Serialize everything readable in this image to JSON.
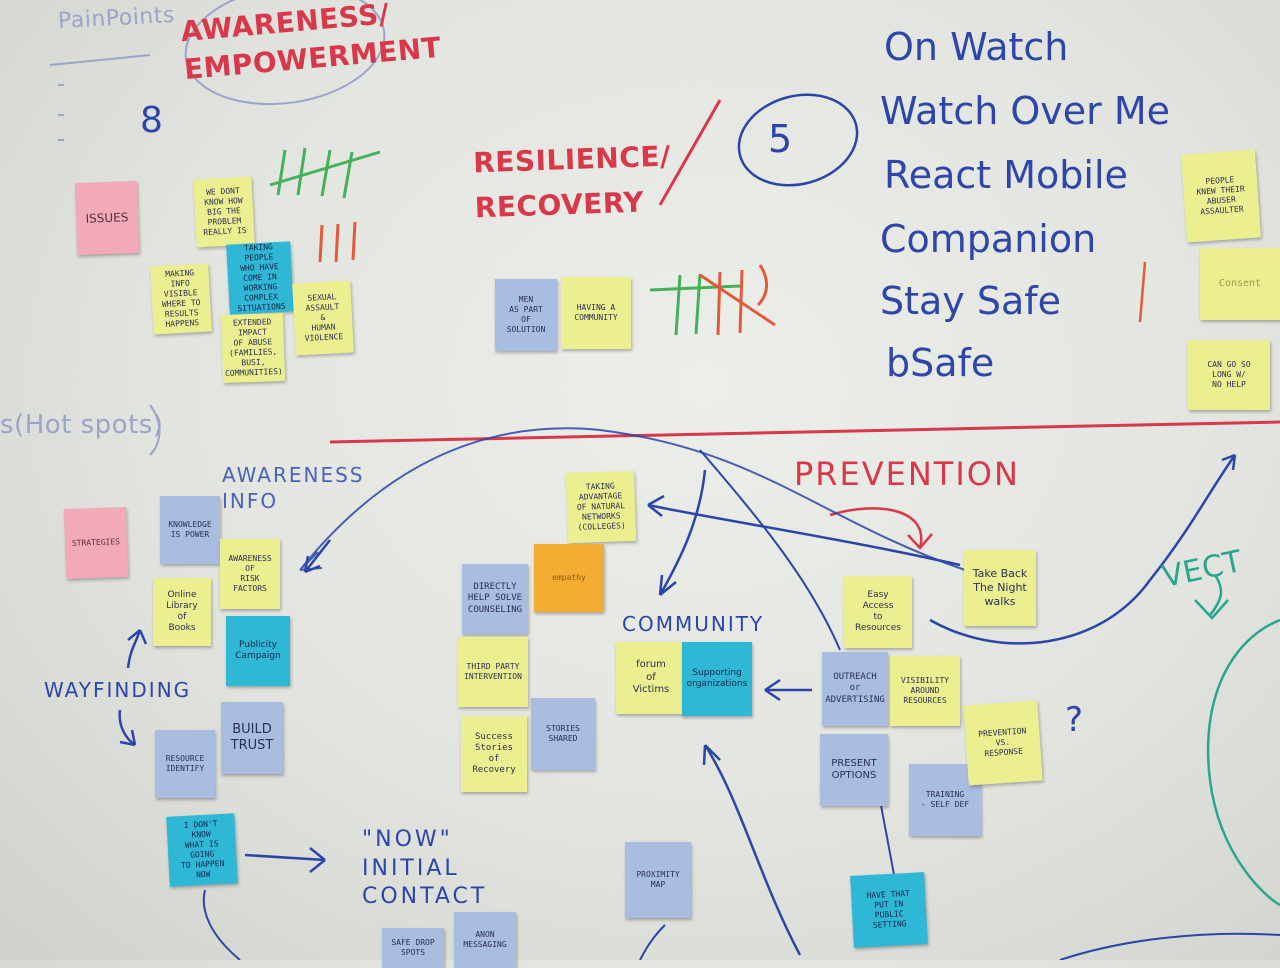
{
  "headings": {
    "pain_points": "PainPoints",
    "awareness_empowerment": "AWARENESS/\nEMPOWERMENT",
    "resilience_recovery": "RESILIENCE/\nRECOVERY",
    "hot_spots": "s(Hot spots)",
    "awareness_info": "AWARENESS\nINFO",
    "prevention": "PREVENTION",
    "community": "COMMUNITY",
    "wayfinding": "WAYFINDING",
    "now_initial_contact": "\"NOW\"\nINITIAL\nCONTACT",
    "vect": "VECT",
    "number_five": "5",
    "number_eight": "8",
    "question_mark": "?"
  },
  "apps": [
    "On Watch",
    "Watch Over Me",
    "React Mobile",
    "Companion",
    "Stay Safe",
    "bSafe"
  ],
  "notes": {
    "issues": "ISSUES",
    "dont_know_how_big": "WE DONT\nKNOW HOW\nBIG THE\nPROBLEM\nREALLY IS",
    "making_visible": "MAKING INFO\nVISIBLE\nWHERE TO\nRESULTS\nHAPPENS",
    "taking_people": "TAKING PEOPLE\nWHO HAVE\nCOME IN\nWORKING\nCOMPLEX\nSITUATIONS",
    "extended_impact": "EXTENDED\nIMPACT\nOF ABUSE\n(FAMILIES,\nBUSI,\nCOMMUNITIES)",
    "sexual_assault": "SEXUAL\nASSAULT\n&\nHUMAN\nVIOLENCE",
    "men_solution": "MEN\nAS PART\nOF\nSOLUTION",
    "having_community": "HAVING A\nCOMMUNITY",
    "people_knew": "PEOPLE\nKNEW THEIR\nABUSER\nASSAULTER",
    "consent": "Consent",
    "can_go_long": "CAN GO SO\nLONG W/\nNO HELP",
    "strategies": "STRATEGIES",
    "knowledge_power": "KNOWLEDGE\nIS POWER",
    "awareness_risk": "AWARENESS\nOF\nRISK FACTORS",
    "online_library": "Online\nLibrary\nof\nBooks",
    "publicity_campaign": "Publicity\nCampaign",
    "build_trust": "BUILD\nTRUST",
    "resource_identify": "RESOURCE\nIDENTIFY",
    "dont_know_what": "I DON'T\nKNOW\nWHAT IS GOING\nTO HAPPEN\nNOW",
    "taking_advantage": "TAKING\nADVANTAGE\nOF NATURAL\nNETWORKS\n(COLLEGES)",
    "empathy": "empathy",
    "directly_help": "DIRECTLY\nHELP SOLVE\nCOUNSELING",
    "third_party": "THIRD PARTY\nINTERVENTION",
    "success_stories": "Success\nStories\nof\nRecovery",
    "stories_shared": "STORIES\nSHARED",
    "forum_victims": "forum\nof\nVictims",
    "supporting_orgs": "Supporting\norganizations",
    "easy_access": "Easy\nAccess\nto\nResources",
    "take_back_night": "Take Back\nThe Night\nwalks",
    "outreach": "OUTREACH\nor\nADVERTISING",
    "visibility": "VISIBILITY\nAROUND\nRESOURCES",
    "present_options": "PRESENT\nOPTIONS",
    "training_self_def": "TRAINING\n- SELF DEF",
    "prevention_response": "PREVENTION\nVS.\nRESPONSE",
    "proximity_map": "PROXIMITY\nMAP",
    "have_that": "HAVE THAT\nPUT IN\nPUBLIC SETTING",
    "safe_drop": "SAFE DROP\nSPOTS",
    "anon_messaging": "ANON\nMESSAGING"
  },
  "colors": {
    "marker_blue": "#2c45a8",
    "marker_red": "#d8384a",
    "marker_green": "#45b05a",
    "marker_teal": "#2aa58e",
    "sticky_yellow": "#ecef90",
    "sticky_blue": "#a9bde1",
    "sticky_teal": "#2fb7d6",
    "sticky_pink": "#f2aab9",
    "sticky_orange": "#f4ad32"
  }
}
